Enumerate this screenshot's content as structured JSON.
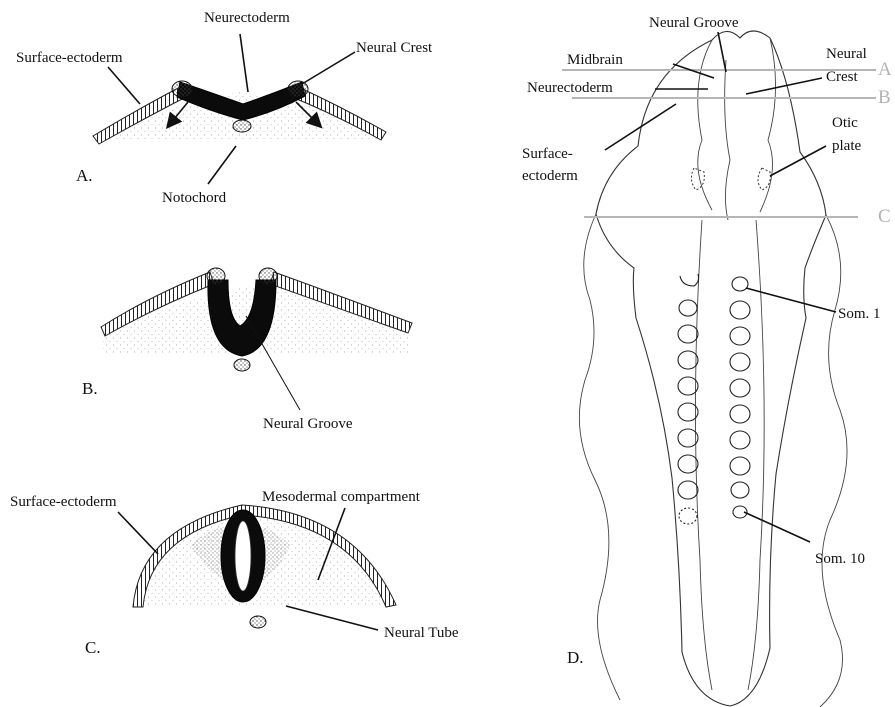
{
  "panels": {
    "a": {
      "letter": "A.",
      "labels": {
        "neurectoderm": "Neurectoderm",
        "surface_ectoderm": "Surface-ectoderm",
        "neural_crest": "Neural Crest",
        "notochord": "Notochord"
      }
    },
    "b": {
      "letter": "B.",
      "labels": {
        "neural_groove": "Neural Groove"
      }
    },
    "c": {
      "letter": "C.",
      "labels": {
        "surface_ectoderm": "Surface-ectoderm",
        "mesodermal_compartment": "Mesodermal compartment",
        "neural_tube": "Neural Tube"
      }
    },
    "d": {
      "letter": "D.",
      "labels": {
        "neural_groove": "Neural Groove",
        "midbrain": "Midbrain",
        "neural_crest_line1": "Neural",
        "neural_crest_line2": "Crest",
        "neurectoderm": "Neurectoderm",
        "surface_ectoderm_line1": "Surface-",
        "surface_ectoderm_line2": "ectoderm",
        "otic_plate_line1": "Otic",
        "otic_plate_line2": "plate",
        "somite_1": "Som. 1",
        "somite_10": "Som. 10"
      },
      "section_markers": [
        "A",
        "B",
        "C"
      ]
    }
  },
  "colors": {
    "ink": "#111111",
    "section_line": "#b5b5b5",
    "tissue_stipple": "#9a9a9a"
  }
}
